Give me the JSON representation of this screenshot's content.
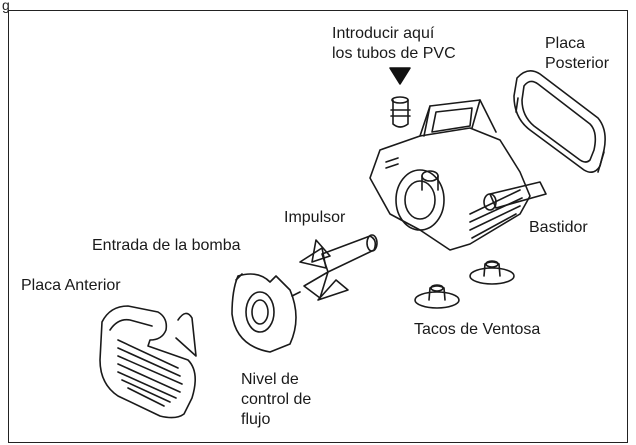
{
  "figure_tag": "g",
  "labels": {
    "pvc_line1": "Introducir aquí",
    "pvc_line2": "los tubos de PVC",
    "rear_plate_line1": "Placa",
    "rear_plate_line2": "Posterior",
    "impeller": "Impulsor",
    "housing": "Bastidor",
    "pump_inlet": "Entrada de la bomba",
    "front_plate": "Placa Anterior",
    "suction_cups": "Tacos de Ventosa",
    "flow_line1": "Nivel de",
    "flow_line2": "control de",
    "flow_line3": "flujo"
  },
  "icons": {
    "pointer": "down-triangle-icon"
  }
}
